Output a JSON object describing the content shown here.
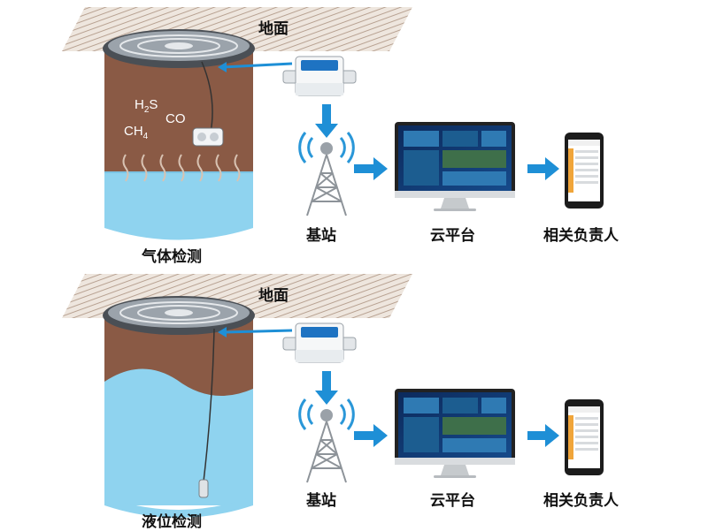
{
  "panels": [
    {
      "ground_label": "地面",
      "tank_label": "气体检测",
      "gases": {
        "h2s": {
          "main": "H",
          "sub": "2",
          "tail": "S"
        },
        "co": {
          "main": "CO"
        },
        "ch4": {
          "main": "CH",
          "sub": "4"
        }
      },
      "station_label": "基站",
      "cloud_label": "云平台",
      "person_label": "相关负责人"
    },
    {
      "ground_label": "地面",
      "tank_label": "液位检测",
      "station_label": "基站",
      "cloud_label": "云平台",
      "person_label": "相关负责人"
    }
  ],
  "colors": {
    "soil": "#8a5a45",
    "water": "#8fd3ef",
    "arrow": "#1e8fd6",
    "ground_stripe": "#c9b6a6",
    "tower": "#8d9399",
    "signal": "#2a97d8"
  }
}
